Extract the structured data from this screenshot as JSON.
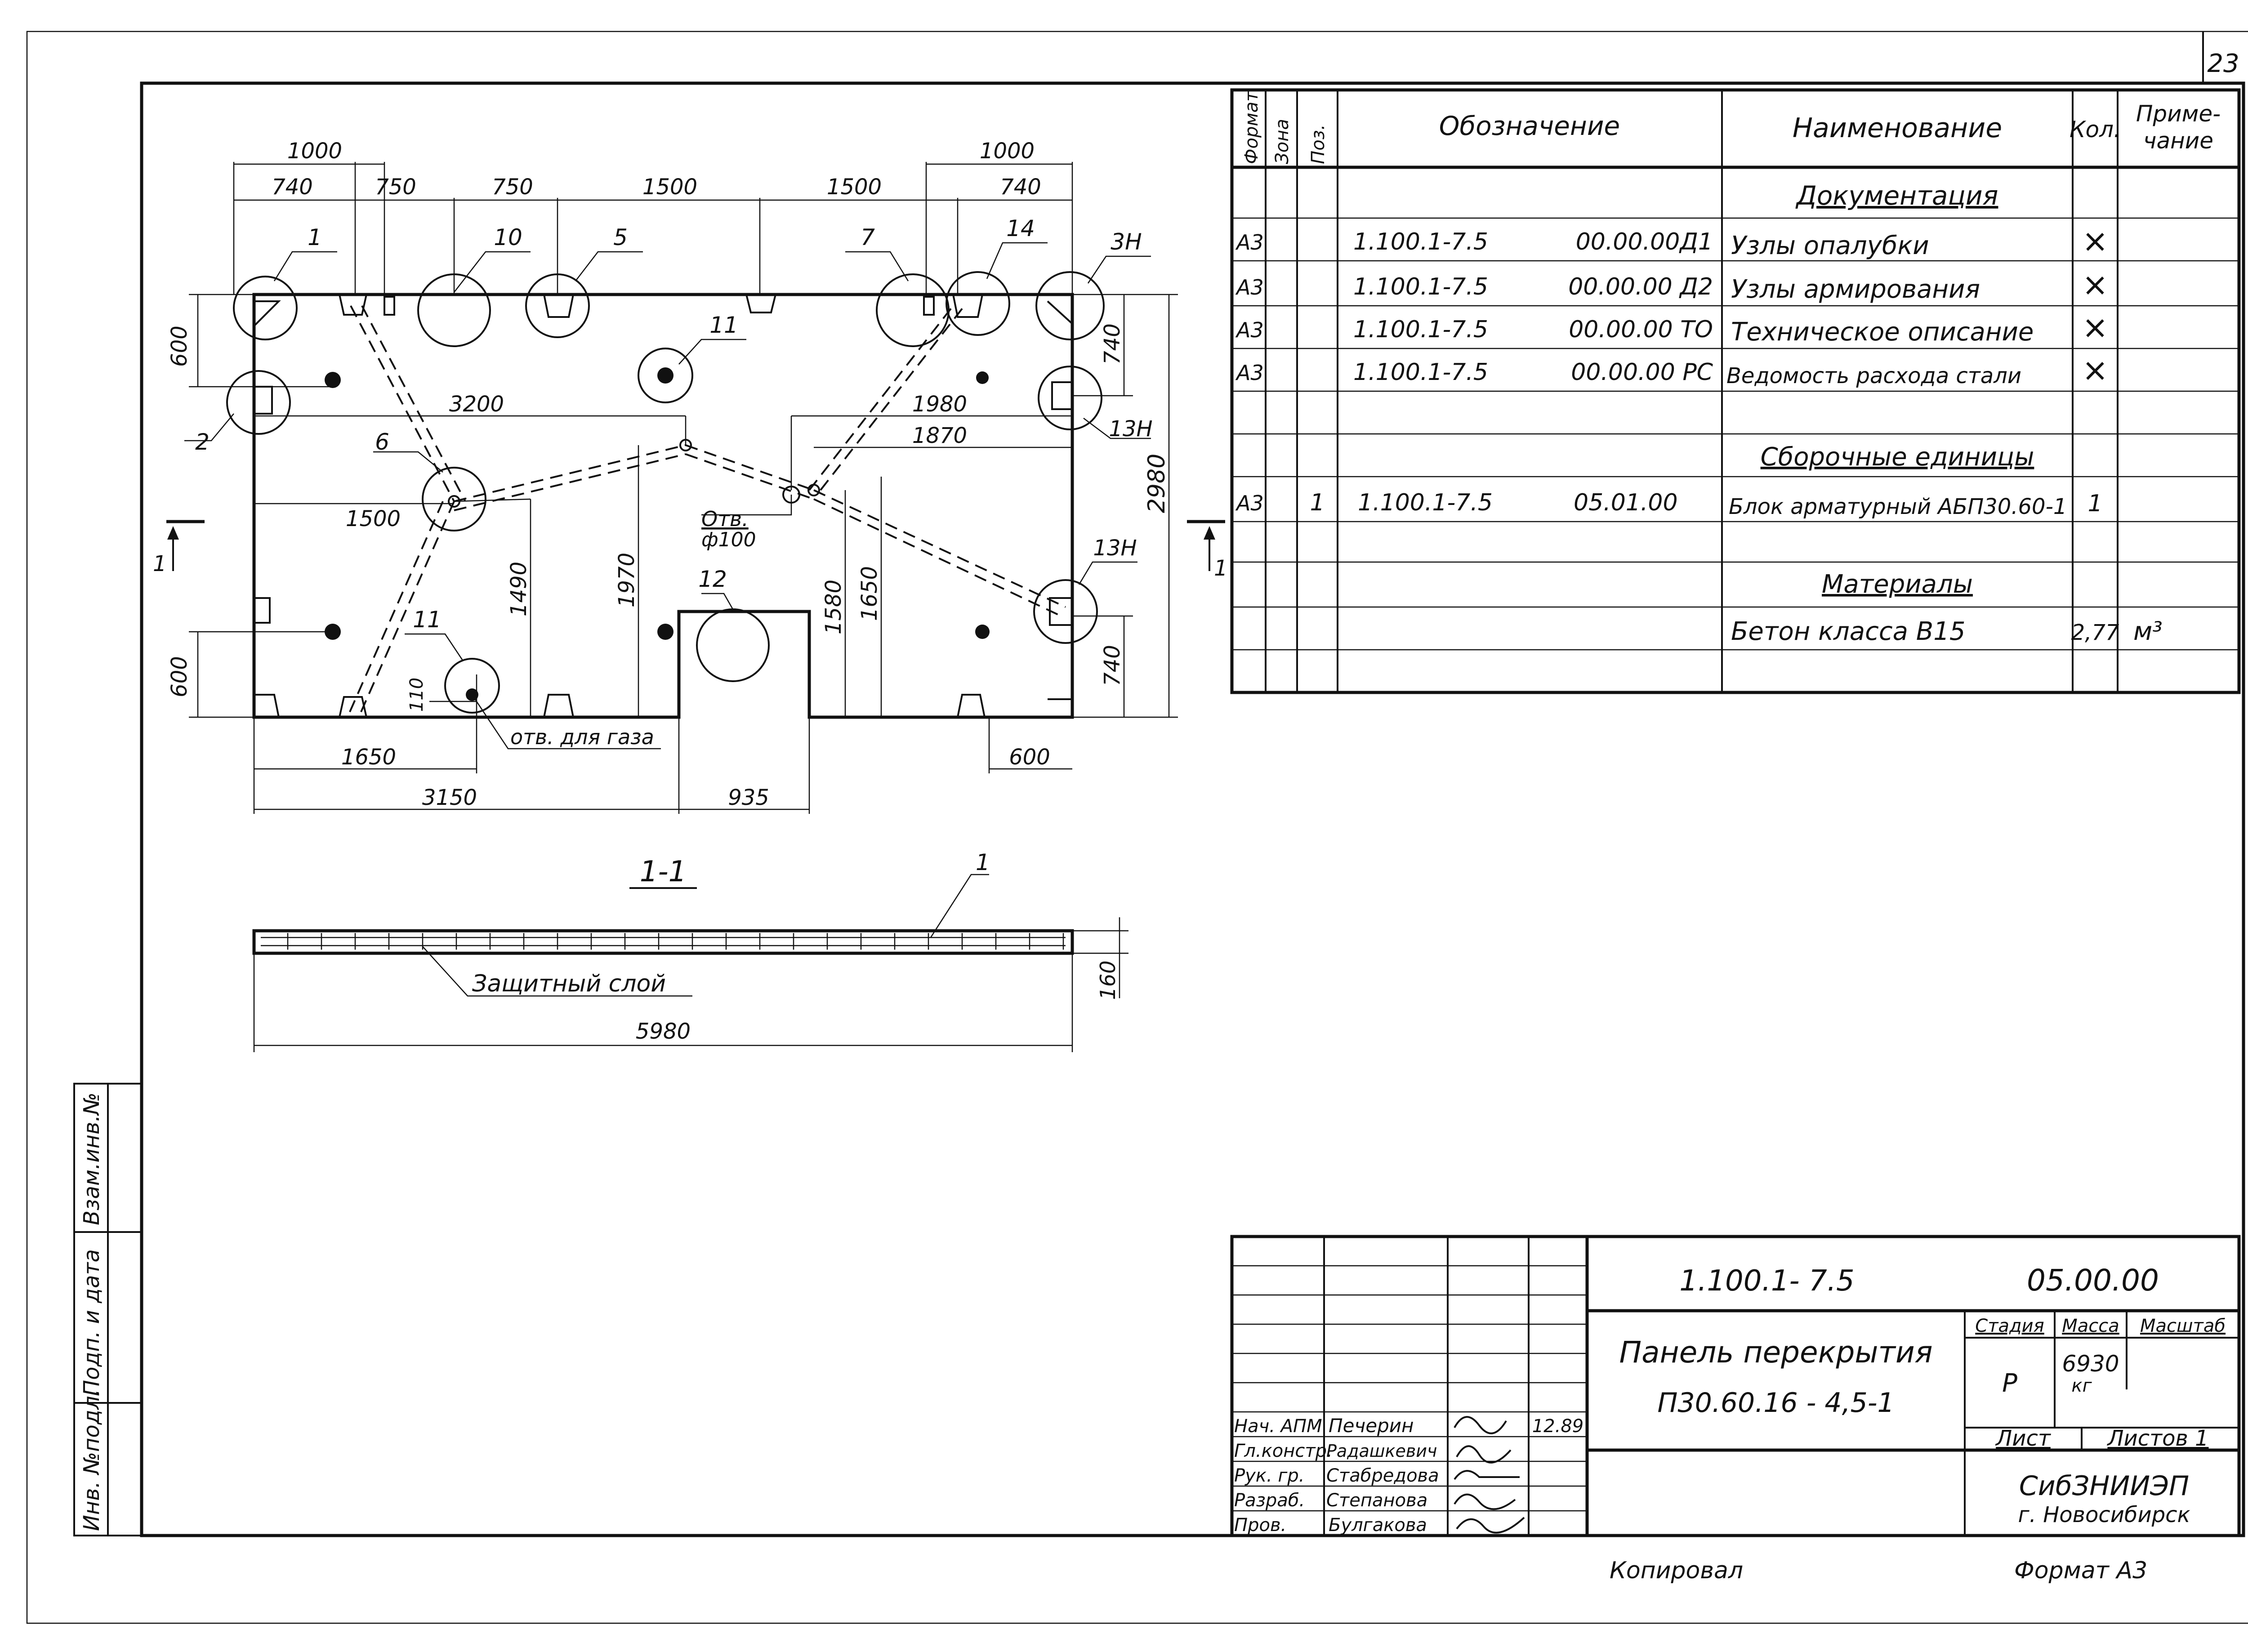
{
  "sheet_number": "23",
  "spec_table": {
    "headers": {
      "format": "Формат",
      "zone": "Зона",
      "pos": "Поз.",
      "designation": "Обозначение",
      "name": "Наименование",
      "qty": "Кол.",
      "note_line1": "Приме-",
      "note_line2": "чание"
    },
    "sections": {
      "documentation": "Документация",
      "assembly": "Сборочные единицы",
      "materials": "Материалы"
    },
    "doc_rows": [
      {
        "format": "А3",
        "code": "1.100.1-7.5",
        "number": "00.00.00Д1",
        "name": "Узлы опалубки",
        "qty": "×"
      },
      {
        "format": "А3",
        "code": "1.100.1-7.5",
        "number": "00.00.00 Д2",
        "name": "Узлы армирования",
        "qty": "×"
      },
      {
        "format": "А3",
        "code": "1.100.1-7.5",
        "number": "00.00.00 ТО",
        "name": "Техническое описание",
        "qty": "×"
      },
      {
        "format": "А3",
        "code": "1.100.1-7.5",
        "number": "00.00.00 РС",
        "name": "Ведомость расхода стали",
        "qty": "×"
      }
    ],
    "assembly_row": {
      "format": "А3",
      "pos": "1",
      "code": "1.100.1-7.5",
      "number": "05.01.00",
      "name": "Блок арматурный АБП30.60-1",
      "qty": "1"
    },
    "material_row": {
      "name": "Бетон класса В15",
      "qty": "2,77",
      "unit": "м³"
    }
  },
  "plan": {
    "top_dims": [
      "740",
      "750",
      "750",
      "1500",
      "1500",
      "740"
    ],
    "top_outer": [
      "1000",
      "1000"
    ],
    "left_dims": [
      "600",
      "600"
    ],
    "right_dims": [
      "740",
      "740",
      "2980"
    ],
    "inner_dims": [
      "3200",
      "1980",
      "1870",
      "1500",
      "1490",
      "1970",
      "1580",
      "1650",
      "110"
    ],
    "bottom_dims": [
      "1650",
      "3150",
      "935",
      "600"
    ],
    "callouts": [
      "1",
      "10",
      "5",
      "7",
      "14",
      "3Н",
      "11",
      "2",
      "13Н",
      "6",
      "13Н",
      "11",
      "12"
    ],
    "hole_label_1": "Отв.",
    "hole_label_2": "ф100",
    "gas_hole": "отв. для газа",
    "section_mark": "1"
  },
  "section": {
    "title": "1-1",
    "callout": "1",
    "layer_label": "Защитный слой",
    "length": "5980",
    "height": "160"
  },
  "side_stamp": [
    "Инв. №подл.",
    "Подп. и дата",
    "Взам.инв.№"
  ],
  "title_block": {
    "code": "1.100.1- 7.5",
    "doc_number": "05.00.00",
    "title_line1": "Панель перекрытия",
    "title_line2": "П30.60.16 - 4,5-1",
    "stage_label": "Стадия",
    "mass_label": "Масса",
    "scale_label": "Масштаб",
    "stage": "Р",
    "mass": "6930",
    "mass_unit": "кг",
    "sheet_label": "Лист",
    "sheets_label": "Листов 1",
    "org_line1": "СибЗНИИЭП",
    "org_line2": "г. Новосибирск",
    "signatures": [
      {
        "role": "Нач. АПМ",
        "name": "Печерин",
        "date": "12.89"
      },
      {
        "role": "Гл.констр.",
        "name": "Радашкевич",
        "date": ""
      },
      {
        "role": "Рук. гр.",
        "name": "Стабредова",
        "date": ""
      },
      {
        "role": "Разраб.",
        "name": "Степанова",
        "date": ""
      },
      {
        "role": "Пров.",
        "name": "Булгакова",
        "date": ""
      }
    ]
  },
  "footer": {
    "copied": "Копировал",
    "format": "Формат А3"
  }
}
